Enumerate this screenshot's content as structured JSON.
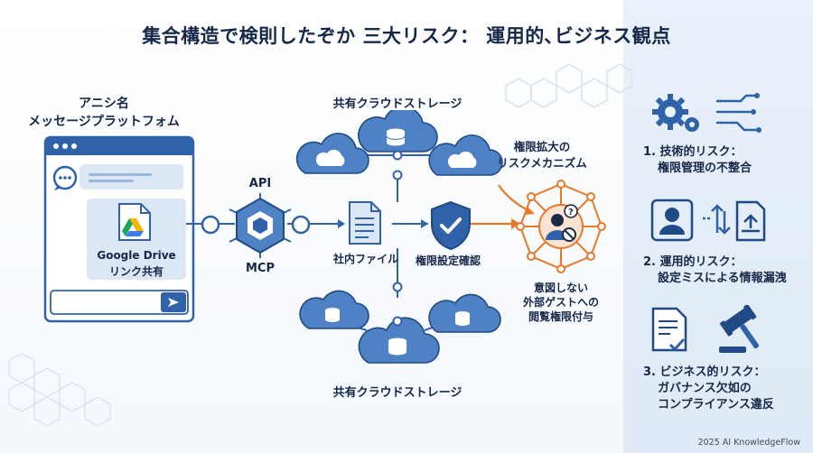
{
  "title": "集合構造で検則したぞか 三大リスク： 運用的､ビジネス観点",
  "platform": {
    "title_line1": "アニシ名",
    "title_line2": "メッセージプラットフォム",
    "card_label_line1": "Google Drive",
    "card_label_line2": "リンク共有"
  },
  "hub": {
    "top": "API",
    "bottom": "MCP"
  },
  "file": {
    "label": "社内ファイル"
  },
  "shield": {
    "label": "権限設定確認"
  },
  "cloud_top": {
    "label": "共有クラウドストレージ"
  },
  "cloud_bottom": {
    "label": "共有クラウドストレージ"
  },
  "mechanism": {
    "line1": "権限拡大の",
    "line2": "リスクメカニズム"
  },
  "guest": {
    "line1": "意図しない",
    "line2": "外部ゲストへの",
    "line3": "閲覧権限付与"
  },
  "risks": [
    {
      "line1": "1. 技術的リスク：",
      "line2": "権限管理の不整合",
      "icons": [
        "gears-icon",
        "circuit-icon"
      ]
    },
    {
      "line1": "2. 運用的リスク：",
      "line2": "設定ミスによる情報漏洩",
      "icons": [
        "user-icon",
        "transfer-icon"
      ]
    },
    {
      "line1": "3. ビジネス的リスク：",
      "line2": "ガバナンス欠如の",
      "line3": "コンプライアンス違反",
      "icons": [
        "document-icon",
        "gavel-icon"
      ]
    }
  ],
  "footer": "2025 AI KnowledgeFlow",
  "colors": {
    "navy": "#15284a",
    "blue": "#2f62a8",
    "light_blue": "#cfe0f3",
    "orange": "#e8782a"
  }
}
